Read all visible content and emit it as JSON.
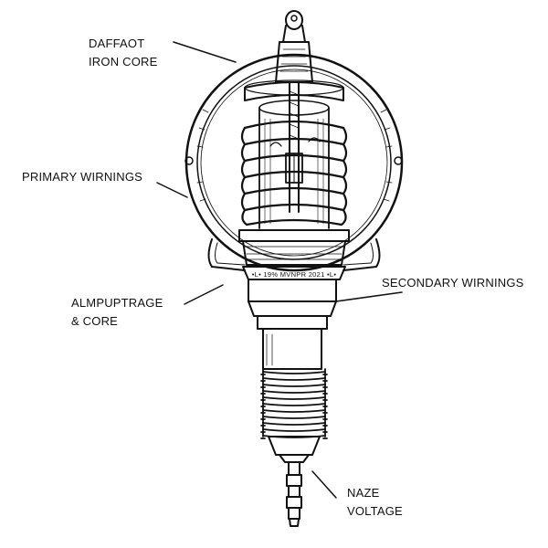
{
  "labels": {
    "iron_core": {
      "line1": "DAFFAOT",
      "line2": "IRON CORE"
    },
    "primary": {
      "text": "PRIMARY WIRNINGS"
    },
    "amplitude": {
      "line1": "ALMPUPTRAGE",
      "line2": "& CORE"
    },
    "secondary": {
      "text": "SECONDARY WIRNINGS"
    },
    "voltage": {
      "line1": "NAZE",
      "line2": "VOLTAGE"
    }
  },
  "band_text": "•L• 19% MVNPR 2021 •L•",
  "colors": {
    "ink": "#111111",
    "paper": "#ffffff"
  }
}
